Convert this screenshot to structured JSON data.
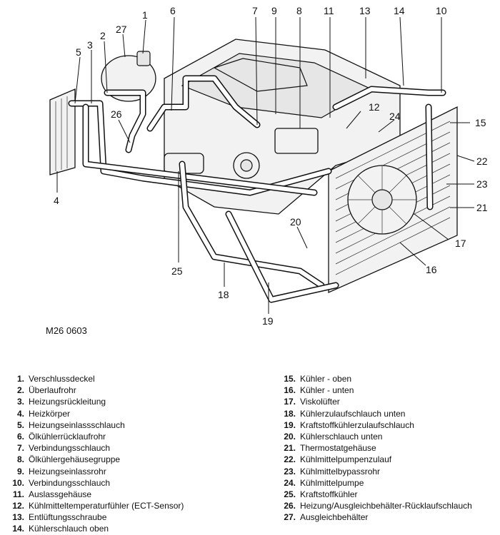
{
  "diagram": {
    "figure_id": "M26 0603",
    "callouts": [
      "1",
      "2",
      "3",
      "4",
      "5",
      "6",
      "7",
      "8",
      "9",
      "10",
      "11",
      "12",
      "13",
      "14",
      "15",
      "16",
      "17",
      "18",
      "19",
      "20",
      "21",
      "22",
      "23",
      "24",
      "25",
      "26",
      "27"
    ]
  },
  "legend": {
    "left": [
      {
        "num": "1.",
        "label": "Verschlussdeckel"
      },
      {
        "num": "2.",
        "label": "Überlaufrohr"
      },
      {
        "num": "3.",
        "label": "Heizungsrückleitung"
      },
      {
        "num": "4.",
        "label": "Heizkörper"
      },
      {
        "num": "5.",
        "label": "Heizungseinlassschlauch"
      },
      {
        "num": "6.",
        "label": "Ölkühlerrücklaufrohr"
      },
      {
        "num": "7.",
        "label": "Verbindungsschlauch"
      },
      {
        "num": "8.",
        "label": "Ölkühlergehäusegruppe"
      },
      {
        "num": "9.",
        "label": "Heizungseinlassrohr"
      },
      {
        "num": "10.",
        "label": "Verbindungsschlauch"
      },
      {
        "num": "11.",
        "label": "Auslassgehäuse"
      },
      {
        "num": "12.",
        "label": "Kühlmitteltemperaturfühler (ECT-Sensor)"
      },
      {
        "num": "13.",
        "label": "Entlüftungsschraube"
      },
      {
        "num": "14.",
        "label": "Kühlerschlauch oben"
      }
    ],
    "right": [
      {
        "num": "15.",
        "label": "Kühler - oben"
      },
      {
        "num": "16.",
        "label": "Kühler - unten"
      },
      {
        "num": "17.",
        "label": "Viskolüfter"
      },
      {
        "num": "18.",
        "label": "Kühlerzulaufschlauch unten"
      },
      {
        "num": "19.",
        "label": "Kraftstoffkühlerzulaufschlauch"
      },
      {
        "num": "20.",
        "label": "Kühlerschlauch unten"
      },
      {
        "num": "21.",
        "label": "Thermostatgehäuse"
      },
      {
        "num": "22.",
        "label": "Kühlmittelpumpenzulauf"
      },
      {
        "num": "23.",
        "label": "Kühlmittelbypassrohr"
      },
      {
        "num": "24.",
        "label": "Kühlmittelpumpe"
      },
      {
        "num": "25.",
        "label": "Kraftstoffkühler"
      },
      {
        "num": "26.",
        "label": "Heizung/Ausgleichbehälter-Rücklaufschlauch"
      },
      {
        "num": "27.",
        "label": "Ausgleichbehälter"
      }
    ]
  }
}
